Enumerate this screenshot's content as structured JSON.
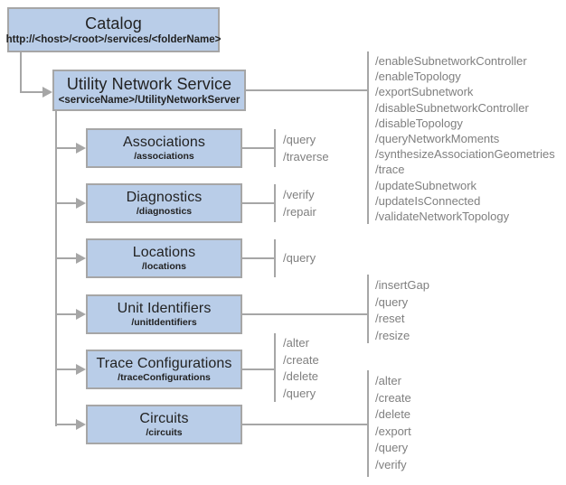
{
  "diagram": {
    "nodes": {
      "catalog": {
        "title": "Catalog",
        "subtitle": "http://<host>/<root>/services/<folderName>"
      },
      "utility_network_service": {
        "title": "Utility Network Service",
        "subtitle": "<serviceName>/UtilityNetworkServer"
      },
      "associations": {
        "title": "Associations",
        "subtitle": "/associations"
      },
      "diagnostics": {
        "title": "Diagnostics",
        "subtitle": "/diagnostics"
      },
      "locations": {
        "title": "Locations",
        "subtitle": "/locations"
      },
      "unit_identifiers": {
        "title": "Unit Identifiers",
        "subtitle": "/unitIdentifiers"
      },
      "trace_configurations": {
        "title": "Trace Configurations",
        "subtitle": "/traceConfigurations"
      },
      "circuits": {
        "title": "Circuits",
        "subtitle": "/circuits"
      }
    },
    "operations": {
      "utility_network_service": [
        "/enableSubnetworkController",
        "/enableTopology",
        "/exportSubnetwork",
        "/disableSubnetworkController",
        "/disableTopology",
        "/queryNetworkMoments",
        "/synthesizeAssociationGeometries",
        "/trace",
        "/updateSubnetwork",
        "/updateIsConnected",
        "/validateNetworkTopology"
      ],
      "associations": [
        "/query",
        "/traverse"
      ],
      "diagnostics": [
        "/verify",
        "/repair"
      ],
      "locations": [
        "/query"
      ],
      "unit_identifiers": [
        "/insertGap",
        "/query",
        "/reset",
        "/resize"
      ],
      "trace_configurations": [
        "/alter",
        "/create",
        "/delete",
        "/query"
      ],
      "circuits": [
        "/alter",
        "/create",
        "/delete",
        "/export",
        "/query",
        "/verify"
      ]
    },
    "colors": {
      "node_fill": "#b9cde8",
      "node_border": "#a6a6a6",
      "connector": "#a6a6a6",
      "operation_text": "#7f7f7f",
      "title_text": "#222222"
    }
  }
}
